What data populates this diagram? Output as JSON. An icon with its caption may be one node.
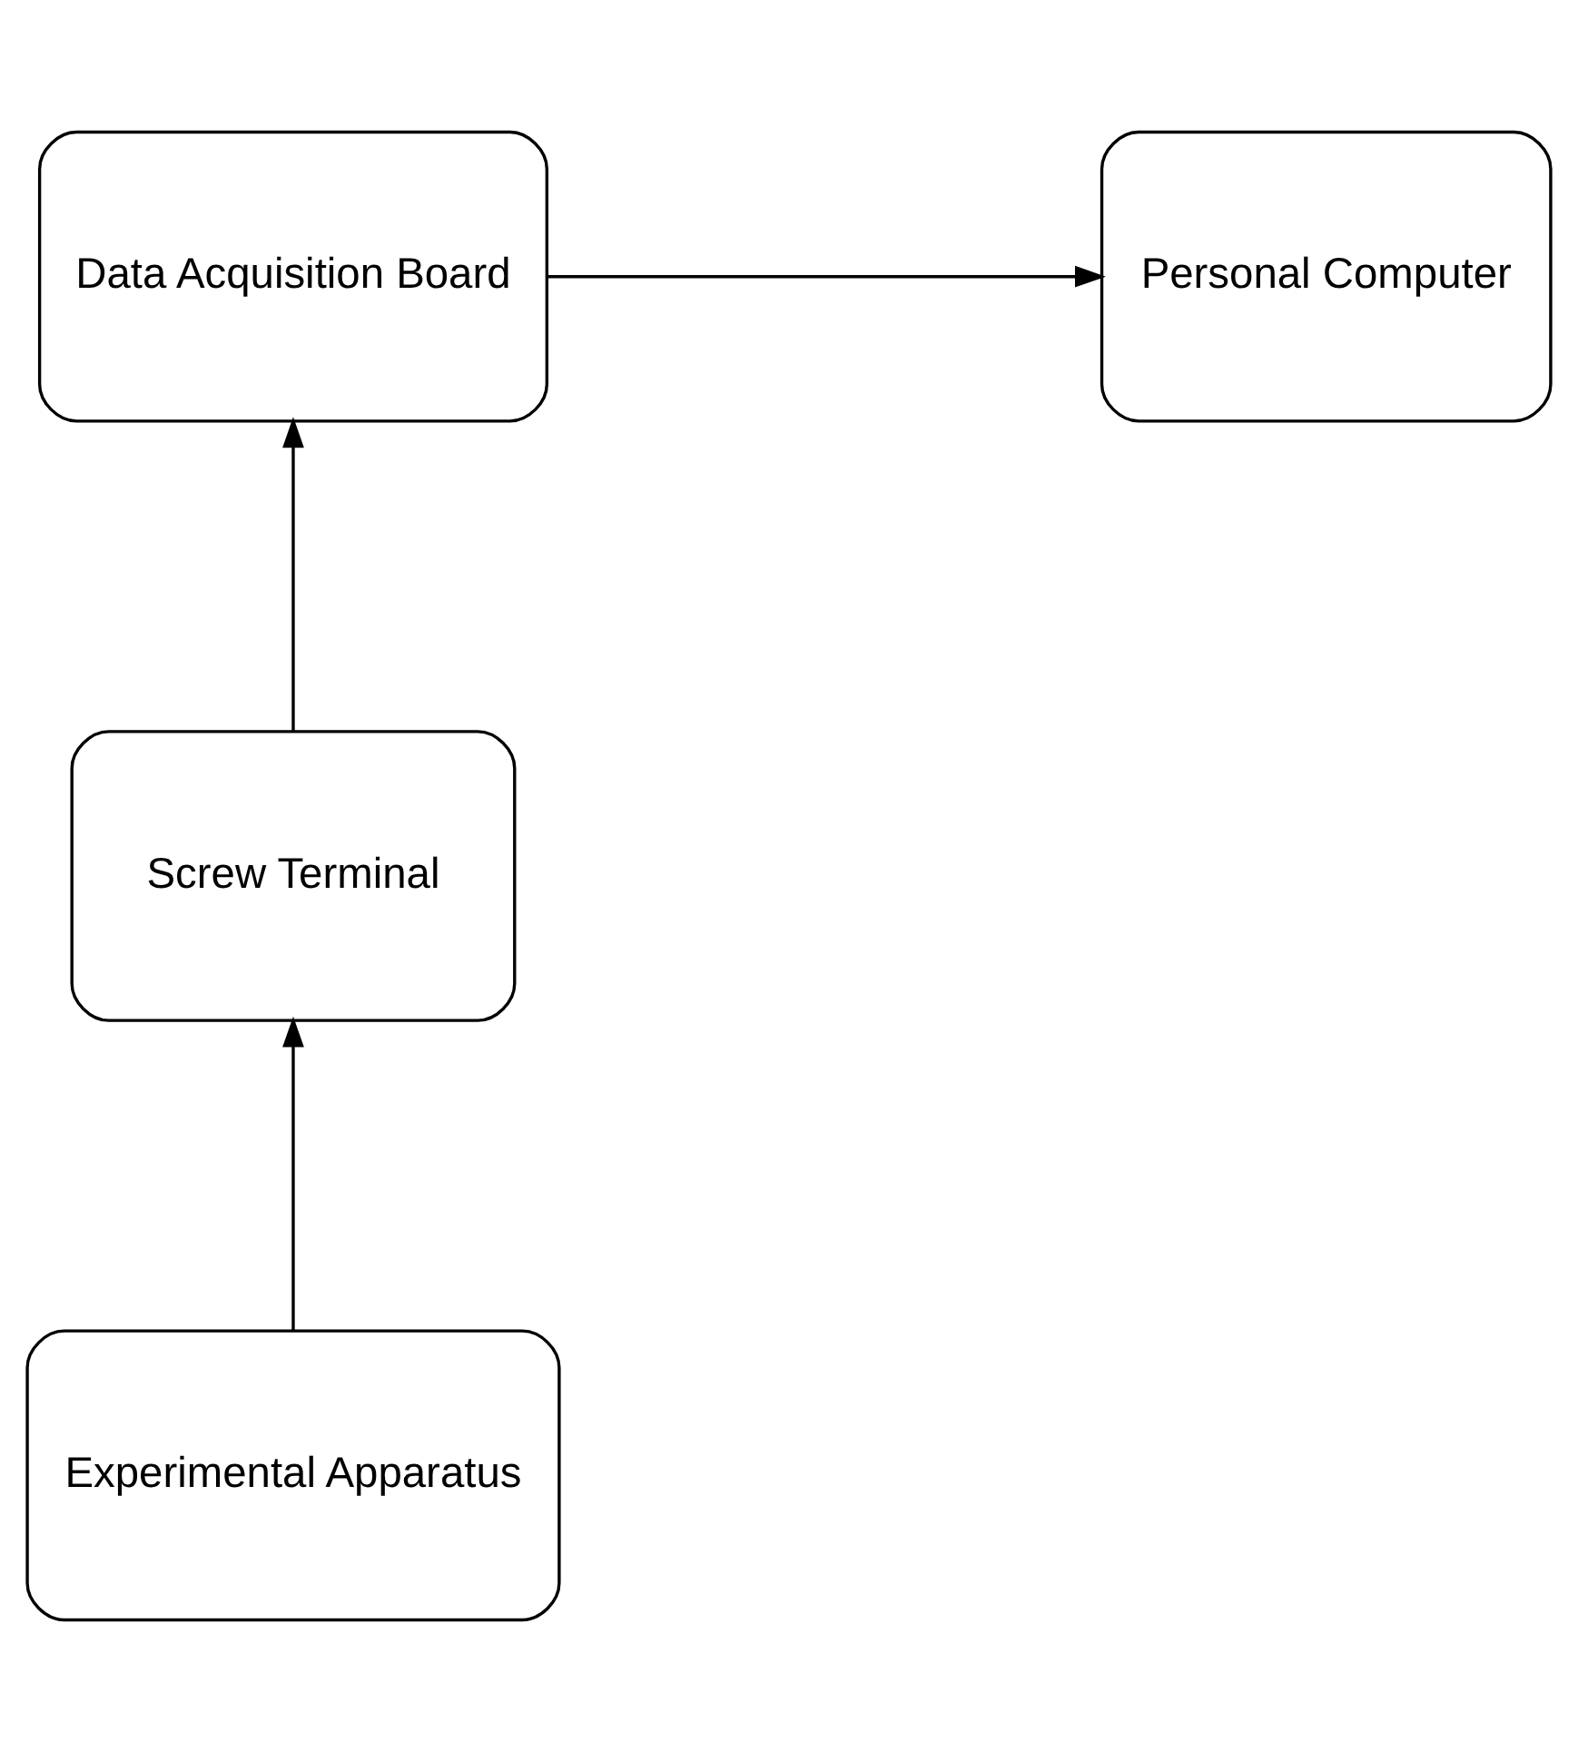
{
  "diagram": {
    "nodes": [
      {
        "text": [
          "Personal Computer"
        ]
      },
      {
        "text": [
          "Data Acquisition Board"
        ]
      },
      {
        "text": [
          "Screw Terminal"
        ]
      },
      {
        "text": [
          "Experimental Apparatus"
        ]
      }
    ],
    "edges": [
      {
        "from": 1,
        "to": 0,
        "arrow": "to"
      },
      {
        "from": 2,
        "to": 1,
        "arrow": "to"
      },
      {
        "from": 3,
        "to": 2,
        "arrow": "to"
      }
    ]
  }
}
